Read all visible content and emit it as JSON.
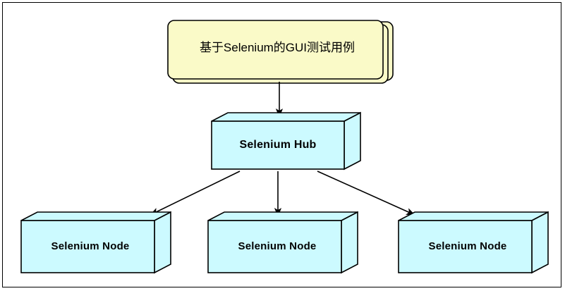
{
  "diagram": {
    "title_card": {
      "label": "基于Selenium的GUI测试用例",
      "fill": "#FAFAC8",
      "stroke": "#000000",
      "stack_count": 3
    },
    "hub": {
      "label": "Selenium Hub",
      "fill": "#CCFAFF",
      "stroke": "#000000"
    },
    "nodes": [
      {
        "label": "Selenium Node"
      },
      {
        "label": "Selenium Node"
      },
      {
        "label": "Selenium Node"
      }
    ],
    "node_style": {
      "fill": "#CCFAFF",
      "top_face_fill": "#CCFAFF",
      "side_face_fill": "#CCFAFF",
      "stroke": "#000000"
    },
    "connectors": [
      {
        "from": "title_card",
        "to": "hub",
        "kind": "arrow-down"
      },
      {
        "from": "hub",
        "to": "node-0",
        "kind": "arrow-diagonal-left"
      },
      {
        "from": "hub",
        "to": "node-1",
        "kind": "arrow-down"
      },
      {
        "from": "hub",
        "to": "node-2",
        "kind": "arrow-diagonal-right"
      }
    ],
    "frame": {
      "stroke": "#000000"
    },
    "background": "#FFFFFF"
  }
}
